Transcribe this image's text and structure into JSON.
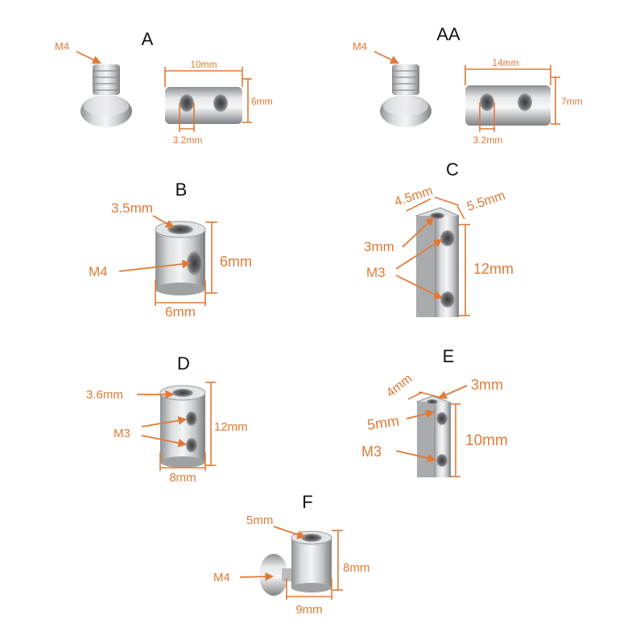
{
  "panels": {
    "A": {
      "title": "A",
      "screw": "M4",
      "length": "10mm",
      "height": "6mm",
      "hole": "3.2mm"
    },
    "AA": {
      "title": "AA",
      "screw": "M4",
      "length": "14mm",
      "height": "7mm",
      "hole": "3.2mm"
    },
    "B": {
      "title": "B",
      "bore": "3.5mm",
      "screw": "M4",
      "height": "6mm",
      "width": "6mm"
    },
    "C": {
      "title": "C",
      "top_w": "4.5mm",
      "top_d": "5.5mm",
      "bore": "3mm",
      "screw": "M3",
      "height": "12mm"
    },
    "D": {
      "title": "D",
      "bore": "3.6mm",
      "screw": "M3",
      "height": "12mm",
      "width": "8mm"
    },
    "E": {
      "title": "E",
      "top_w": "4mm",
      "bore": "3mm",
      "top_d": "5mm",
      "screw": "M3",
      "height": "10mm"
    },
    "F": {
      "title": "F",
      "bore": "5mm",
      "screw": "M4",
      "height": "8mm",
      "width": "9mm"
    }
  },
  "colors": {
    "label": "#e07a36",
    "metal": "#c9cbcd"
  }
}
